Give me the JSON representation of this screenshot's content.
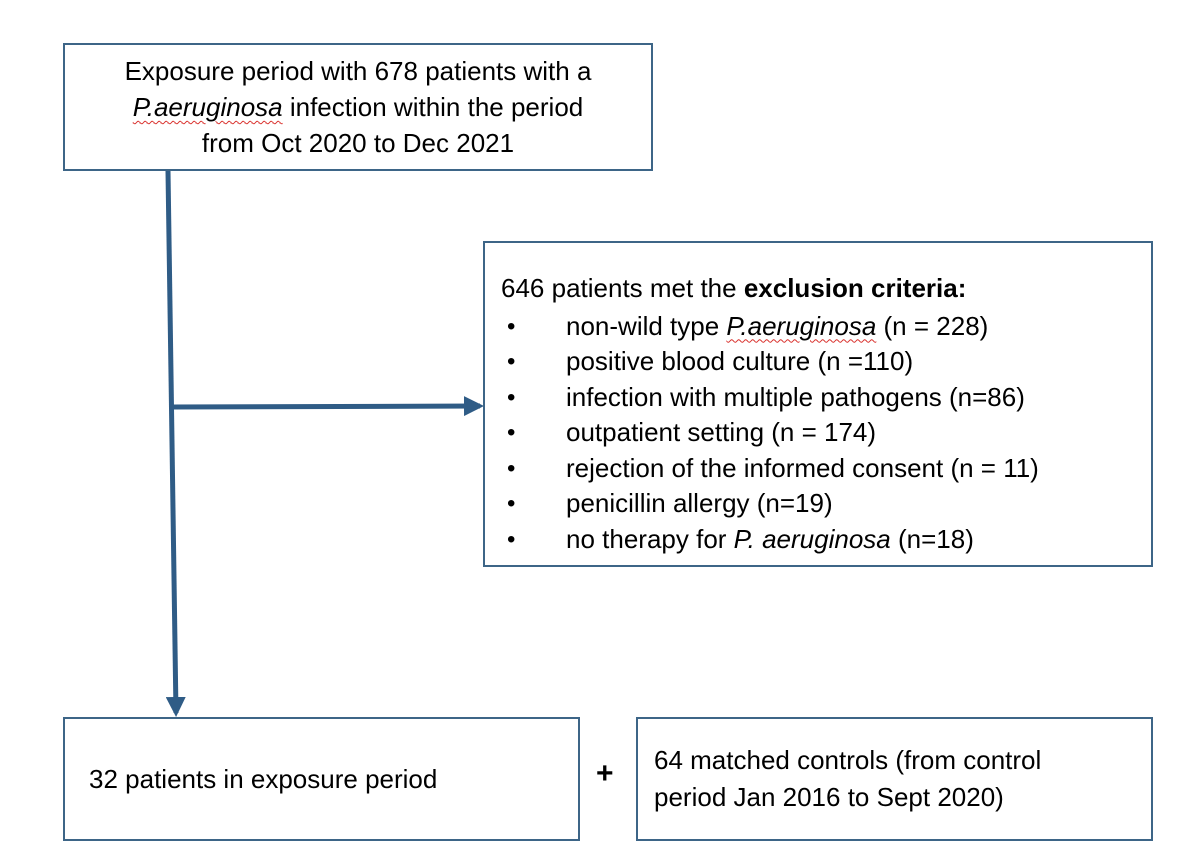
{
  "exposure_box": {
    "line1": "Exposure period with 678 patients with a",
    "species": "P.aeruginosa",
    "line2_rest": " infection within the period",
    "line3": "from Oct 2020 to Dec 2021"
  },
  "exclusion_box": {
    "intro": "646 patients met the ",
    "intro_bold": "exclusion criteria:",
    "bullet_glyph": "•",
    "items": [
      {
        "pre": "non-wild type ",
        "species": "P.aeruginosa",
        "post": " (n = 228)"
      },
      {
        "pre": "positive blood culture (n =110)"
      },
      {
        "pre": "infection with multiple pathogens (n=86)"
      },
      {
        "pre": "outpatient setting (n = 174)"
      },
      {
        "pre": "rejection of the informed consent (n = 11)"
      },
      {
        "pre": "penicillin allergy (n=19)"
      },
      {
        "pre": "no therapy for ",
        "species": "P. aeruginosa",
        "post": " (n=18)"
      }
    ]
  },
  "exposure_patients_box": {
    "text": "32 patients in exposure period"
  },
  "plus_sign": "+",
  "controls_box": {
    "line1": "64 matched controls (from control",
    "line2": "period Jan 2016 to Sept 2020)"
  },
  "colors": {
    "box_border": "#3d6587",
    "arrow": "#2f5c86",
    "spellcheck_underline": "#d9302c"
  }
}
